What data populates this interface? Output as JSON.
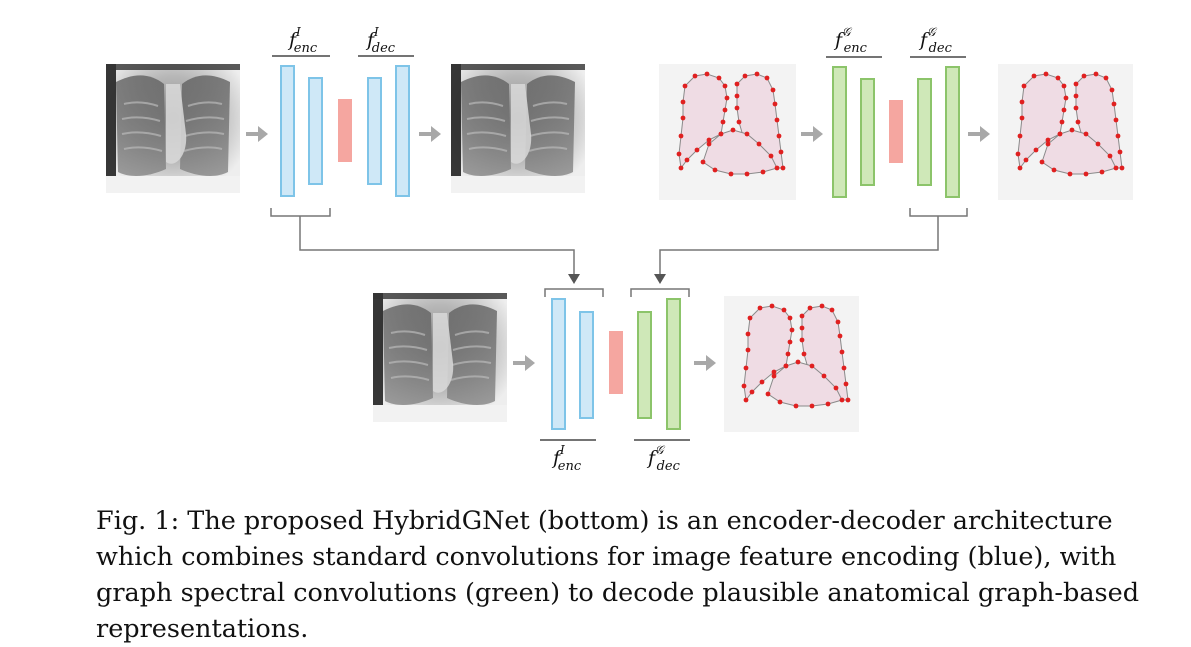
{
  "figure": {
    "labels": {
      "top_left_enc": {
        "f": "f",
        "sup": "I",
        "sub": "enc"
      },
      "top_left_dec": {
        "f": "f",
        "sup": "I",
        "sub": "dec"
      },
      "top_right_enc": {
        "f": "f",
        "sup": "𝒢",
        "sub": "enc"
      },
      "top_right_dec": {
        "f": "f",
        "sup": "𝒢",
        "sub": "dec"
      },
      "bottom_enc": {
        "f": "f",
        "sup": "I",
        "sub": "enc"
      },
      "bottom_dec": {
        "f": "f",
        "sup": "𝒢",
        "sub": "dec"
      }
    },
    "colors": {
      "encoder_blue_fill": "#cfe8f7",
      "encoder_blue_stroke": "#7ec4e8",
      "latent_red_fill": "#f5a6a0",
      "graph_green_fill": "#cfe8b8",
      "graph_green_stroke": "#8cc46a",
      "landmark_red": "#e02020",
      "organ_fill": "#efdce4",
      "arrow_gray": "#a8a8a8",
      "bracket_gray": "#777777"
    }
  },
  "caption": {
    "line1": "Fig. 1: The proposed HybridGNet (bottom) is an encoder-decoder architecture",
    "line2": "which combines standard convolutions for image feature encoding (blue), with",
    "line3": "graph spectral convolutions (green) to decode plausible anatomical graph-based",
    "line4": "representations."
  }
}
